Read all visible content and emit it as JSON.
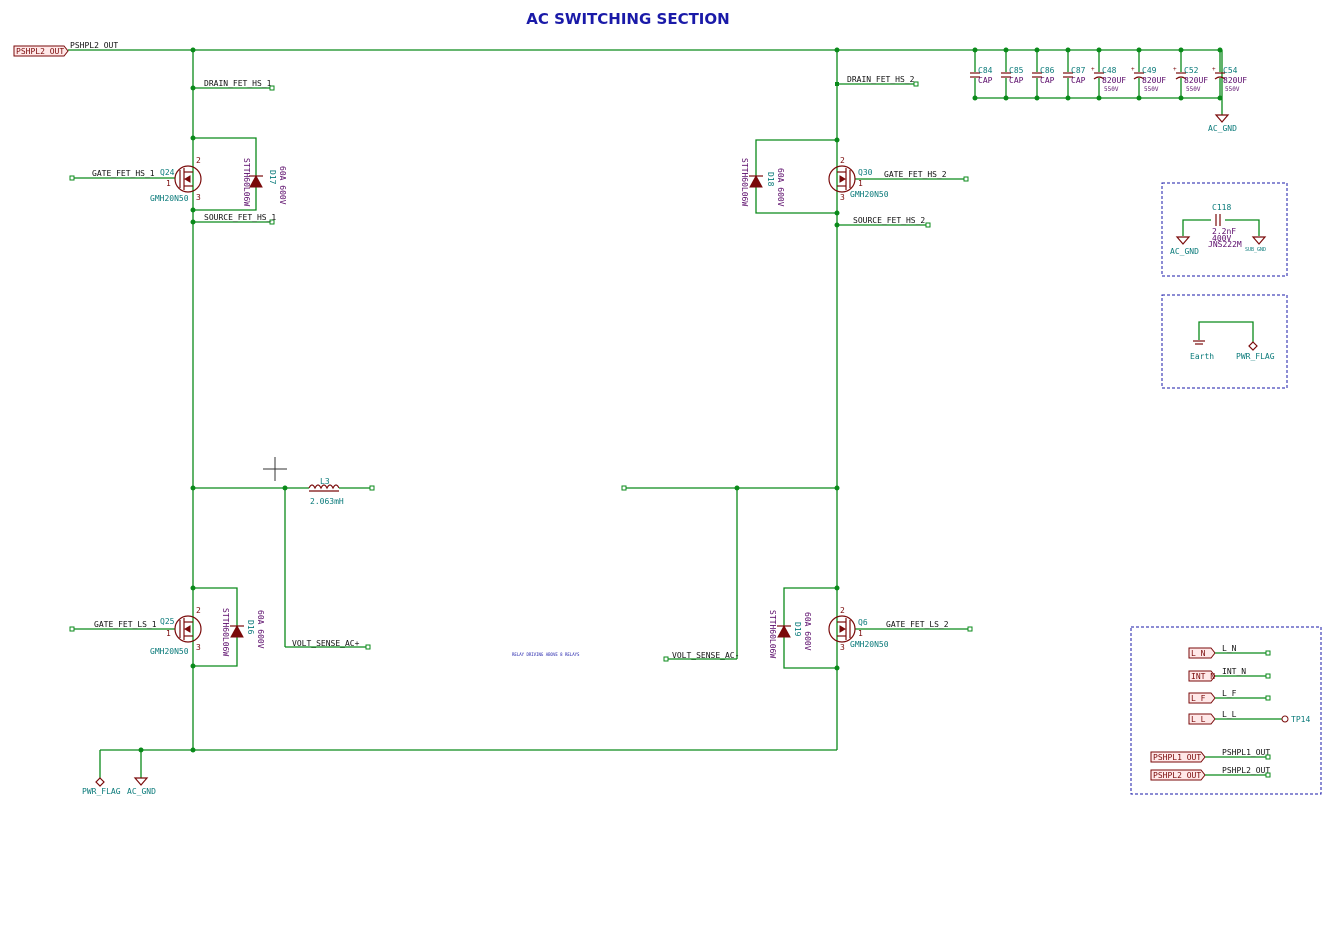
{
  "title": "AC SWITCHING SECTION",
  "colors": {
    "wire": "#0a8a1a",
    "component": "#7a0a0a",
    "title": "#1a1aa8",
    "reference": "#0a7a7a",
    "value": "#5a0a6a"
  },
  "nets": {
    "pshpl2_out_label": "PSHPL2_OUT",
    "pshpl2_out_net": "PSHPL2_OUT",
    "drain_hs_1": "DRAIN_FET_HS_1",
    "drain_hs_2": "DRAIN_FET_HS_2",
    "gate_hs_1": "GATE_FET_HS_1",
    "gate_hs_2": "GATE_FET_HS_2",
    "source_hs_1": "SOURCE_FET_HS_1",
    "source_hs_2": "SOURCE_FET_HS_2",
    "gate_ls_1": "GATE_FET_LS_1",
    "gate_ls_2": "GATE_FET_LS_2",
    "volt_sense_pos": "VOLT_SENSE_AC+",
    "volt_sense_neg": "VOLT_SENSE_AC-",
    "note": "RELAY DRIVING ABOVE 8 RELAYS"
  },
  "mosfets": [
    {
      "ref": "Q24",
      "value": "GMH20N50",
      "pin_gate": "1",
      "pin_drain": "2",
      "pin_source": "3"
    },
    {
      "ref": "Q30",
      "value": "GMH20N50",
      "pin_gate": "1",
      "pin_drain": "2",
      "pin_source": "3"
    },
    {
      "ref": "Q25",
      "value": "GMH20N50",
      "pin_gate": "1",
      "pin_drain": "2",
      "pin_source": "3"
    },
    {
      "ref": "Q6",
      "value": "GMH20N50",
      "pin_gate": "1",
      "pin_drain": "2",
      "pin_source": "3"
    }
  ],
  "diodes": [
    {
      "ref": "D17",
      "part": "STTH60L06W",
      "rating": "60A 600V"
    },
    {
      "ref": "D18",
      "part": "STTH60L06W",
      "rating": "60A 600V"
    },
    {
      "ref": "D16",
      "part": "STTH60L06W",
      "rating": "60A 600V"
    },
    {
      "ref": "D19",
      "part": "STTH60L06W",
      "rating": "60A 600V"
    }
  ],
  "inductor": {
    "ref": "L3",
    "value": "2.063mH"
  },
  "capacitors": [
    {
      "ref": "C84",
      "value": "CAP",
      "voltage": ""
    },
    {
      "ref": "C85",
      "value": "CAP",
      "voltage": ""
    },
    {
      "ref": "C86",
      "value": "CAP",
      "voltage": ""
    },
    {
      "ref": "C87",
      "value": "CAP",
      "voltage": ""
    },
    {
      "ref": "C48",
      "value": "820UF",
      "voltage": "550V"
    },
    {
      "ref": "C49",
      "value": "820UF",
      "voltage": "550V"
    },
    {
      "ref": "C52",
      "value": "820UF",
      "voltage": "550V"
    },
    {
      "ref": "C54",
      "value": "820UF",
      "voltage": "550V"
    }
  ],
  "power": {
    "ac_gnd_caps": "AC_GND",
    "pwr_flag_bottom": "PWR_FLAG",
    "ac_gnd_bottom": "AC_GND"
  },
  "box_c118": {
    "ref": "C118",
    "value": "2.2nF",
    "voltage": "400V",
    "part": "JNS222M",
    "left_gnd": "AC_GND",
    "right_gnd": "SUB_GND"
  },
  "box_earth": {
    "earth": "Earth",
    "flag": "PWR_FLAG"
  },
  "connector_box": {
    "rows": [
      {
        "label": "L_N",
        "net": "L_N",
        "tp": ""
      },
      {
        "label": "INT_N",
        "net": "INT_N",
        "tp": ""
      },
      {
        "label": "L_F",
        "net": "L_F",
        "tp": ""
      },
      {
        "label": "L_L",
        "net": "L_L",
        "tp": "TP14"
      },
      {
        "label": "PSHPL1_OUT",
        "net": "PSHPL1_OUT",
        "tp": ""
      },
      {
        "label": "PSHPL2_OUT",
        "net": "PSHPL2_OUT",
        "tp": ""
      }
    ]
  }
}
